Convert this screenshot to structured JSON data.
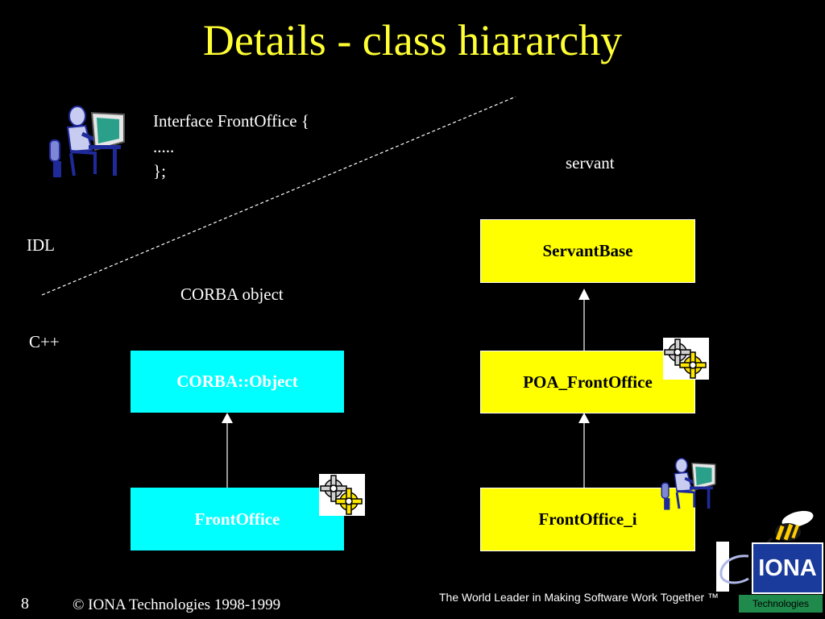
{
  "slide": {
    "title": "Details - class hiararchy",
    "code_lines": [
      "Interface FrontOffice {",
      ".....",
      "};"
    ],
    "label_servant": "servant",
    "label_idl": "IDL",
    "label_corba_object": "CORBA object",
    "label_cpp": "C++",
    "page_number": "8",
    "copyright": "© IONA Technologies 1998-1999",
    "tagline": "The World Leader in Making Software Work Together ™"
  },
  "boxes": {
    "corba_object": "CORBA::Object",
    "front_office": "FrontOffice",
    "servant_base": "ServantBase",
    "poa_front_office": "POA_FrontOffice",
    "front_office_i": "FrontOffice_i"
  },
  "logo": {
    "name": "IONA",
    "sub": "Technologies"
  },
  "colors": {
    "title": "#ffff33",
    "cyan_box": "#00ffff",
    "yellow_box": "#ffff00",
    "logo_blue": "#1a3a9c",
    "logo_green": "#1f8a4c"
  },
  "icons": [
    "programmer-icon",
    "gears-icon",
    "bee-icon"
  ]
}
